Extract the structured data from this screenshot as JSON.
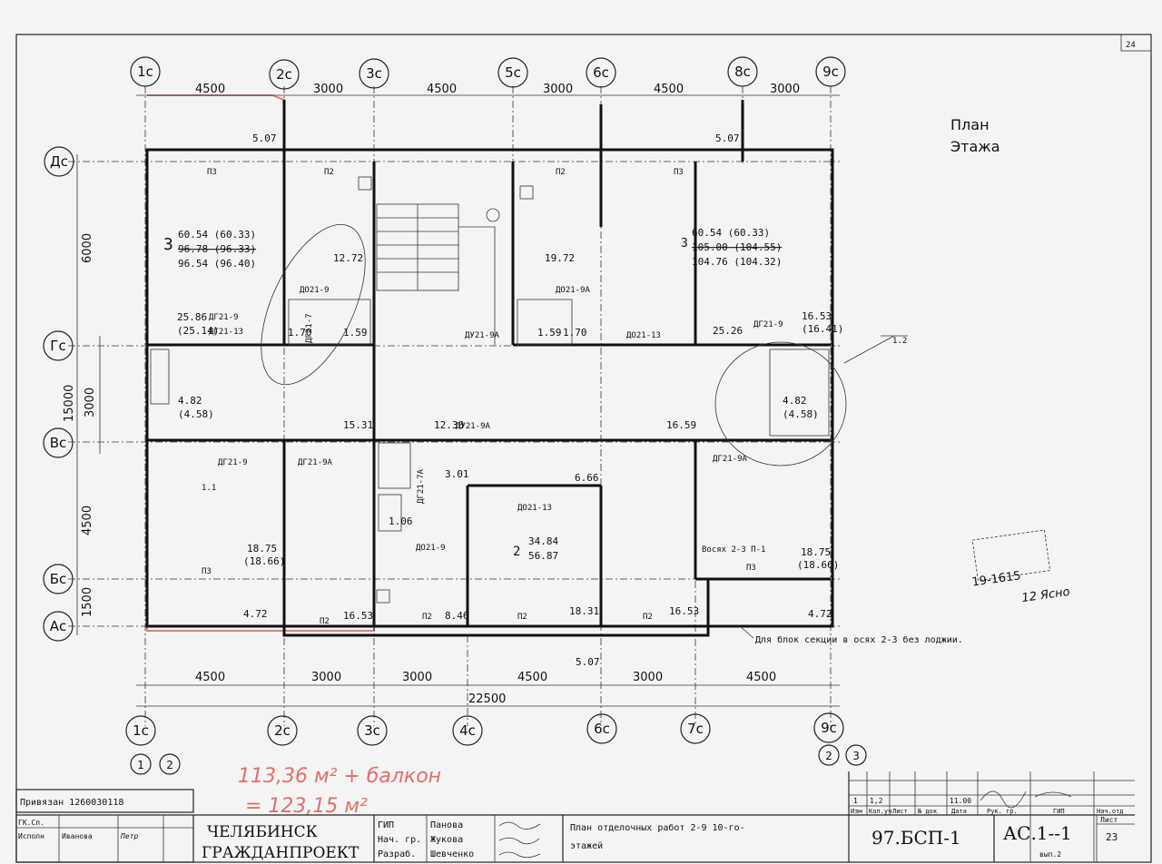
{
  "sheet_number_corner": "24",
  "plan_title": [
    "План",
    "Этажа"
  ],
  "axes_columns_top": [
    "1с",
    "2с",
    "3с",
    "5с",
    "6с",
    "8с",
    "9с"
  ],
  "axes_columns_bottom": [
    "1с",
    "2с",
    "3с",
    "4с",
    "6с",
    "7с",
    "9с"
  ],
  "axes_rows": [
    "Дс",
    "Гс",
    "Вс",
    "Бс",
    "Ас"
  ],
  "dims_top": [
    "4500",
    "3000",
    "4500",
    "3000",
    "4500",
    "3000"
  ],
  "dims_bottom": [
    "4500",
    "3000",
    "3000",
    "4500",
    "3000",
    "4500"
  ],
  "dim_total": "22500",
  "dims_left": [
    "6000",
    "15000",
    "3000",
    "4500",
    "1500"
  ],
  "rooms": {
    "apt_left": [
      "3",
      "60.54 (60.33)",
      "96.78 (96.33)",
      "96.54 (96.40)"
    ],
    "apt_right": [
      "3",
      "60.54 (60.33)",
      "105.00 (104.55)",
      "104.76 (104.32)"
    ],
    "apt_center": [
      "2",
      "34.84",
      "56.87"
    ],
    "kitchen_left": "12.72",
    "kitchen_right": "19.72",
    "room_left_mid": [
      "25.86",
      "(25.14)"
    ],
    "room_right_mid": "25.26",
    "bath_left": [
      "4.82",
      "(4.58)"
    ],
    "bath_right": [
      "4.82",
      "(4.58)"
    ],
    "hall_right": [
      "16.53",
      "(16.41)"
    ],
    "corr": [
      "15.31",
      "12.30",
      "16.59",
      "6.66",
      "3.01",
      "1.06"
    ],
    "bottom_left": [
      "18.75",
      "(18.66)"
    ],
    "bottom_right": [
      "18.75",
      "(18.66)"
    ],
    "small": [
      "5.07",
      "5.07",
      "4.72",
      "4.72",
      "16.53",
      "8.46",
      "18.31",
      "16.53",
      "1.70",
      "1.59",
      "1.59",
      "1.70",
      "5.07"
    ]
  },
  "doors": [
    "ДГ21-9",
    "ДГ21-13",
    "ДО21-9",
    "ДО21-9А",
    "ДГ21-7",
    "ДУ21-9А",
    "ДО21-13",
    "ДГ21-9",
    "ДГ21-9А",
    "ДГ21-9",
    "ДГ21-9А",
    "ДУ21-9А",
    "ДО21-13",
    "ДО21-9",
    "ДГ21-7А"
  ],
  "panels": [
    "П3",
    "П2",
    "П2",
    "П3",
    "П3",
    "П2",
    "П2",
    "П2",
    "П2",
    "П3"
  ],
  "callout_1": "1.1",
  "callout_2": "1.2",
  "note_axis": "Восях 2-3 П-1",
  "note_loggia": "Для блок секции в осях 2-3 без лоджии.",
  "handwritten": [
    "113,36 м² + балкон",
    "= 123,15 м²"
  ],
  "stamp_lines": [
    "19-1615",
    "12 Ясно"
  ],
  "sheet_circles_left": [
    "1",
    "2"
  ],
  "sheet_circles_right": [
    "2",
    "3"
  ],
  "privyazka": "Привязан 1260030118",
  "title_block": {
    "left_rows": [
      "ГК.Сп.",
      "Исполн",
      "Иванова",
      "Петр"
    ],
    "org": [
      "ЧЕЛЯБИНСК",
      "ГРАЖДАНПРОЕКТ"
    ],
    "roles": [
      "ГИП",
      "Нач. гр.",
      "Разраб."
    ],
    "names": [
      "Панова",
      "Жукова",
      "Шевченко"
    ],
    "drawing_title": [
      "План отделочных работ 2-9 10-го-",
      "этажей"
    ],
    "rev": [
      "1",
      "1,2",
      "",
      "",
      "11.00"
    ],
    "rev_headers": [
      "Изм",
      "Кол.уч",
      "Лист",
      "№ док",
      "Дата",
      "Рук. гр.",
      "ГИП",
      "Нач.отд"
    ],
    "code": "97.БСП-1",
    "sheet_code": "АС.1--1",
    "sheet_sub": "вып.2",
    "sheet_label": "Лист",
    "sheet_no": "23"
  }
}
